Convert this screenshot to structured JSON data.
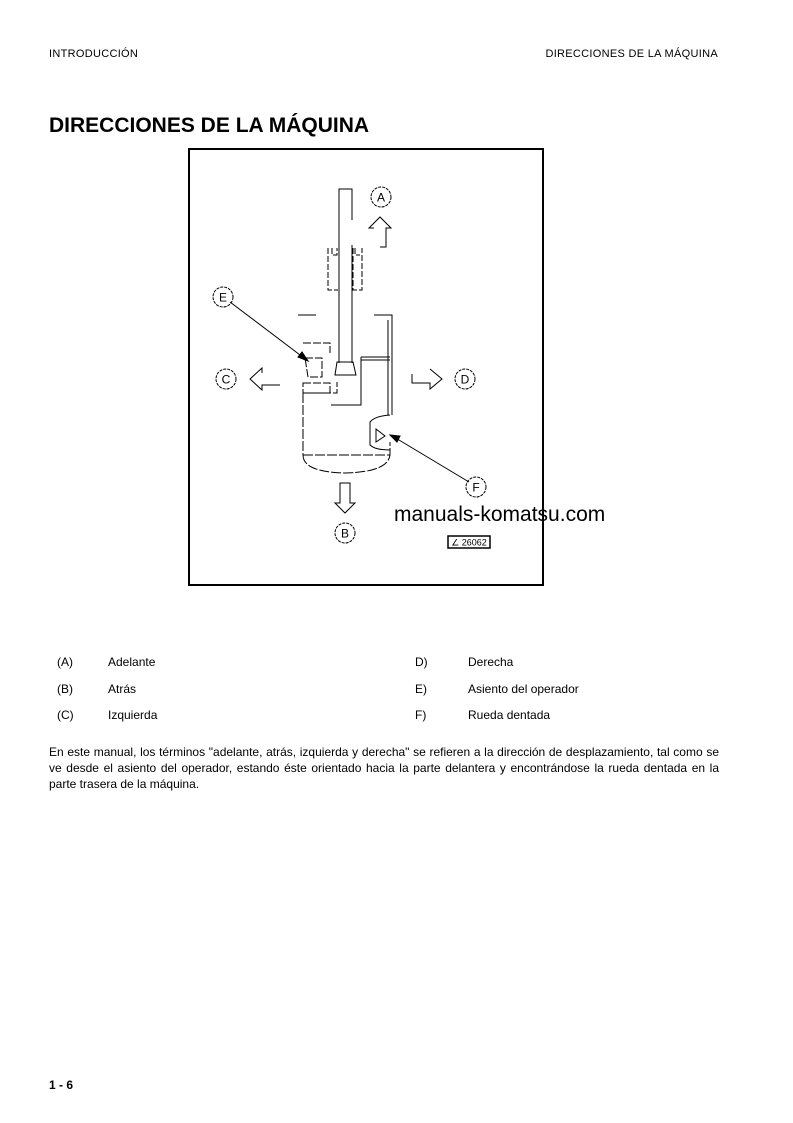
{
  "header": {
    "left": "INTRODUCCIÓN",
    "right": "DIRECCIONES DE LA MÁQUINA"
  },
  "title": "DIRECCIONES DE LA MÁQUINA",
  "figure": {
    "labels": {
      "a": "A",
      "b": "B",
      "c": "C",
      "d": "D",
      "e": "E",
      "f": "F"
    },
    "code": "∠ 26062"
  },
  "watermark": "manuals-komatsu.com",
  "legend": [
    {
      "key": "(A)",
      "text": "Adelante"
    },
    {
      "key": "(B)",
      "text": "Atrás"
    },
    {
      "key": "(C)",
      "text": "Izquierda"
    },
    {
      "key": "D)",
      "text": "Derecha"
    },
    {
      "key": "E)",
      "text": "Asiento del operador"
    },
    {
      "key": "F)",
      "text": "Rueda dentada"
    }
  ],
  "paragraph": "En este manual, los términos \"adelante, atrás, izquierda y derecha\" se refieren a la dirección de desplazamiento, tal como se ve desde el asiento del operador, estando éste orientado hacia la parte delantera y encontrándose la rueda dentada en la parte trasera de la máquina.",
  "page_number": "1 - 6"
}
